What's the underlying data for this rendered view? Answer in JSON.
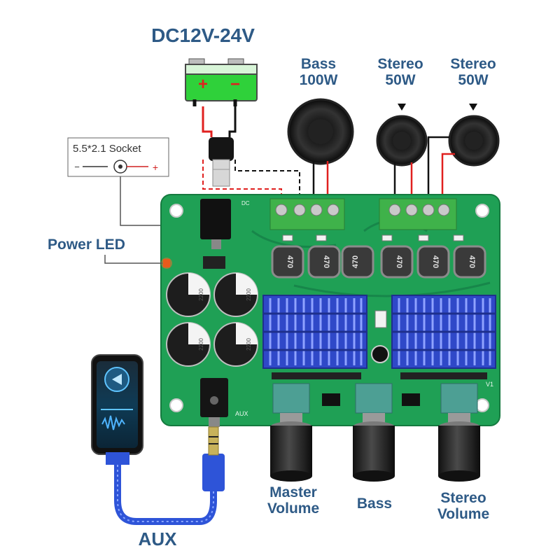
{
  "power_label": "DC12V-24V",
  "battery": {
    "plus": "+",
    "minus": "−"
  },
  "socket": {
    "title": "5.5*2.1 Socket",
    "minus": "−",
    "plus": "+"
  },
  "speakers": [
    {
      "line1": "Bass",
      "line2": "100W"
    },
    {
      "line1": "Stereo",
      "line2": "50W"
    },
    {
      "line1": "Stereo",
      "line2": "50W"
    }
  ],
  "power_led_label": "Power LED",
  "aux_label": "AUX",
  "board": {
    "dc_text": "DC",
    "aux_text": "AUX",
    "inductor_text": "470",
    "cap_text": "2200",
    "v1_text": "V1"
  },
  "knobs": [
    {
      "line1": "Master",
      "line2": "Volume"
    },
    {
      "line1": "Bass",
      "line2": ""
    },
    {
      "line1": "Stereo",
      "line2": "Volume"
    }
  ],
  "colors": {
    "label": "#2e5a86",
    "pcb": "#1fa055",
    "heatsink": "#2f48c8",
    "terminal": "#3fb24a",
    "battery": "#2fd13a",
    "wire_red": "#e0201f",
    "wire_black": "#111111",
    "cable": "#2e54d8"
  }
}
